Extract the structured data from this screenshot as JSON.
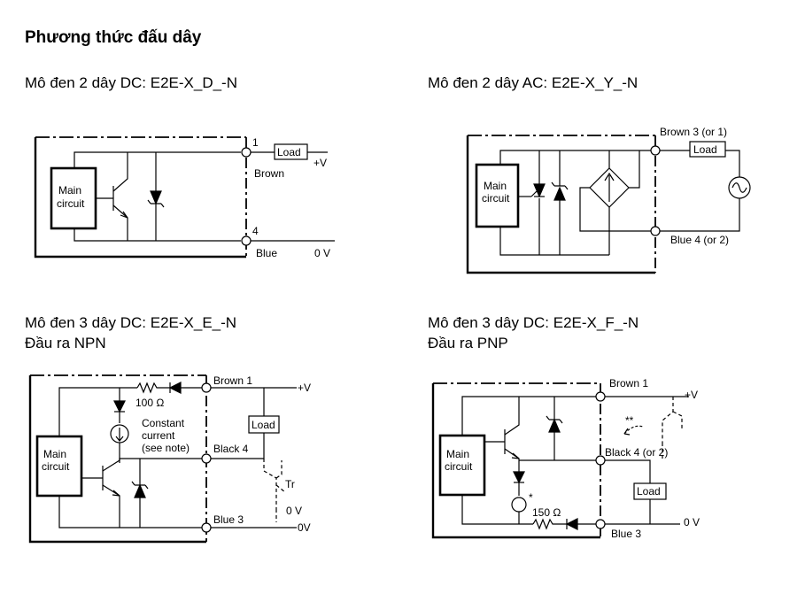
{
  "title": "Phương thức đấu dây",
  "sections": [
    {
      "heading": "Mô đen 2 dây DC:  E2E-X_D_-N",
      "main": [
        "Main",
        "circuit"
      ],
      "t1": "1",
      "t4": "4",
      "load": "Load",
      "vplus": "+V",
      "brown": "Brown",
      "blue": "Blue",
      "zero": "0 V"
    },
    {
      "heading": "Mô đen 2 dây AC:  E2E-X_Y_-N",
      "main": [
        "Main",
        "circuit"
      ],
      "brown": "Brown 3 (or 1)",
      "load": "Load",
      "blue": "Blue 4 (or 2)"
    },
    {
      "heading": "Mô đen 3 dây DC:  E2E-X_E_-N",
      "sub": "Đầu ra NPN",
      "main": [
        "Main",
        "circuit"
      ],
      "brown": "Brown 1",
      "vplus": "+V",
      "res": "100 Ω",
      "cc": [
        "Constant",
        "current",
        "(see note)"
      ],
      "black": "Black 4",
      "load": "Load",
      "tr": "Tr",
      "zero": "0 V",
      "blue": "Blue 3",
      "zero2": "0V"
    },
    {
      "heading": "Mô đen 3 dây DC:  E2E-X_F_-N",
      "sub": "Đầu ra PNP",
      "main": [
        "Main",
        "circuit"
      ],
      "brown": "Brown 1",
      "vplus": "+V",
      "dstar": "**",
      "black": "Black 4 (or 2)",
      "load": "Load",
      "star": "*",
      "res": "150 Ω",
      "zero": "0 V",
      "blue": "Blue 3"
    }
  ]
}
